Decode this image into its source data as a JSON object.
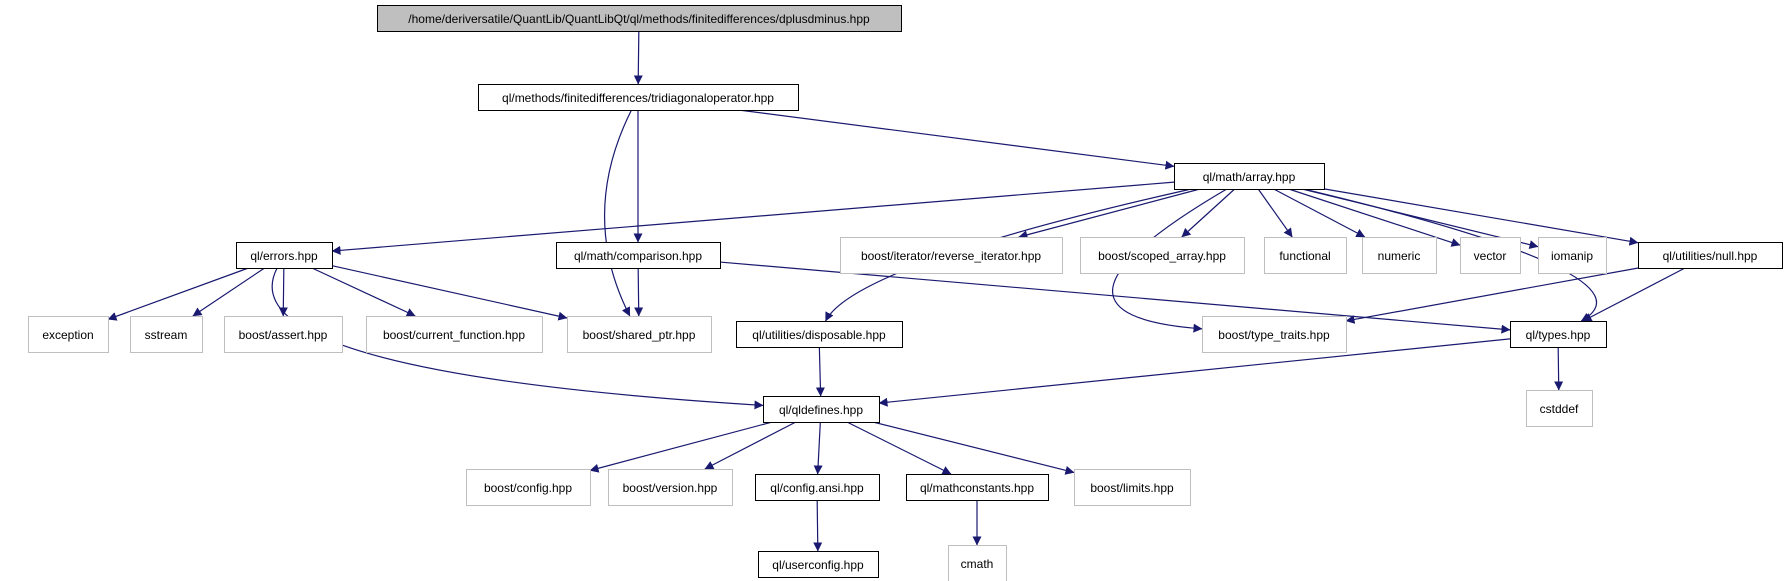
{
  "colors": {
    "edge": "#191970",
    "root_fill": "#bfbfbf",
    "project_border": "#000000",
    "external_border": "#bfbfbf",
    "background": "#ffffff"
  },
  "nodes": [
    {
      "id": "root",
      "label": "/home/deriversatile/QuantLib/QuantLibQt/ql/methods/finitedifferences/dplusdminus.hpp",
      "kind": "root"
    },
    {
      "id": "tridiag",
      "label": "ql/methods/finitedifferences/tridiagonaloperator.hpp",
      "kind": "project"
    },
    {
      "id": "array",
      "label": "ql/math/array.hpp",
      "kind": "project"
    },
    {
      "id": "errors",
      "label": "ql/errors.hpp",
      "kind": "project"
    },
    {
      "id": "comparison",
      "label": "ql/math/comparison.hpp",
      "kind": "project"
    },
    {
      "id": "rev_iter",
      "label": "boost/iterator/reverse_iterator.hpp",
      "kind": "external"
    },
    {
      "id": "scoped_array",
      "label": "boost/scoped_array.hpp",
      "kind": "external"
    },
    {
      "id": "functional",
      "label": "functional",
      "kind": "external"
    },
    {
      "id": "numeric",
      "label": "numeric",
      "kind": "external"
    },
    {
      "id": "vector",
      "label": "vector",
      "kind": "external"
    },
    {
      "id": "iomanip",
      "label": "iomanip",
      "kind": "external"
    },
    {
      "id": "null",
      "label": "ql/utilities/null.hpp",
      "kind": "project"
    },
    {
      "id": "exception",
      "label": "exception",
      "kind": "external"
    },
    {
      "id": "sstream",
      "label": "sstream",
      "kind": "external"
    },
    {
      "id": "assert",
      "label": "boost/assert.hpp",
      "kind": "external"
    },
    {
      "id": "curfunc",
      "label": "boost/current_function.hpp",
      "kind": "external"
    },
    {
      "id": "shared_ptr",
      "label": "boost/shared_ptr.hpp",
      "kind": "external"
    },
    {
      "id": "disposable",
      "label": "ql/utilities/disposable.hpp",
      "kind": "project"
    },
    {
      "id": "type_traits",
      "label": "boost/type_traits.hpp",
      "kind": "external"
    },
    {
      "id": "types",
      "label": "ql/types.hpp",
      "kind": "project"
    },
    {
      "id": "qldefines",
      "label": "ql/qldefines.hpp",
      "kind": "project"
    },
    {
      "id": "cstddef",
      "label": "cstddef",
      "kind": "external"
    },
    {
      "id": "bconfig",
      "label": "boost/config.hpp",
      "kind": "external"
    },
    {
      "id": "bversion",
      "label": "boost/version.hpp",
      "kind": "external"
    },
    {
      "id": "configansi",
      "label": "ql/config.ansi.hpp",
      "kind": "project"
    },
    {
      "id": "mathconst",
      "label": "ql/mathconstants.hpp",
      "kind": "project"
    },
    {
      "id": "blimits",
      "label": "boost/limits.hpp",
      "kind": "external"
    },
    {
      "id": "userconfig",
      "label": "ql/userconfig.hpp",
      "kind": "project"
    },
    {
      "id": "cmath",
      "label": "cmath",
      "kind": "external"
    }
  ],
  "edges": [
    {
      "from": "root",
      "to": "tridiag"
    },
    {
      "from": "tridiag",
      "to": "array"
    },
    {
      "from": "tridiag",
      "to": "comparison"
    },
    {
      "from": "tridiag",
      "to": "shared_ptr"
    },
    {
      "from": "array",
      "to": "errors"
    },
    {
      "from": "array",
      "to": "disposable"
    },
    {
      "from": "array",
      "to": "rev_iter"
    },
    {
      "from": "array",
      "to": "scoped_array"
    },
    {
      "from": "array",
      "to": "functional"
    },
    {
      "from": "array",
      "to": "numeric"
    },
    {
      "from": "array",
      "to": "vector"
    },
    {
      "from": "array",
      "to": "iomanip"
    },
    {
      "from": "array",
      "to": "null"
    },
    {
      "from": "array",
      "to": "type_traits"
    },
    {
      "from": "array",
      "to": "types"
    },
    {
      "from": "errors",
      "to": "exception"
    },
    {
      "from": "errors",
      "to": "sstream"
    },
    {
      "from": "errors",
      "to": "assert"
    },
    {
      "from": "errors",
      "to": "curfunc"
    },
    {
      "from": "errors",
      "to": "shared_ptr"
    },
    {
      "from": "errors",
      "to": "qldefines"
    },
    {
      "from": "comparison",
      "to": "shared_ptr"
    },
    {
      "from": "comparison",
      "to": "types"
    },
    {
      "from": "null",
      "to": "type_traits"
    },
    {
      "from": "null",
      "to": "types"
    },
    {
      "from": "disposable",
      "to": "qldefines"
    },
    {
      "from": "types",
      "to": "qldefines"
    },
    {
      "from": "types",
      "to": "cstddef"
    },
    {
      "from": "qldefines",
      "to": "bconfig"
    },
    {
      "from": "qldefines",
      "to": "bversion"
    },
    {
      "from": "qldefines",
      "to": "configansi"
    },
    {
      "from": "qldefines",
      "to": "mathconst"
    },
    {
      "from": "qldefines",
      "to": "blimits"
    },
    {
      "from": "configansi",
      "to": "userconfig"
    },
    {
      "from": "mathconst",
      "to": "cmath"
    }
  ]
}
